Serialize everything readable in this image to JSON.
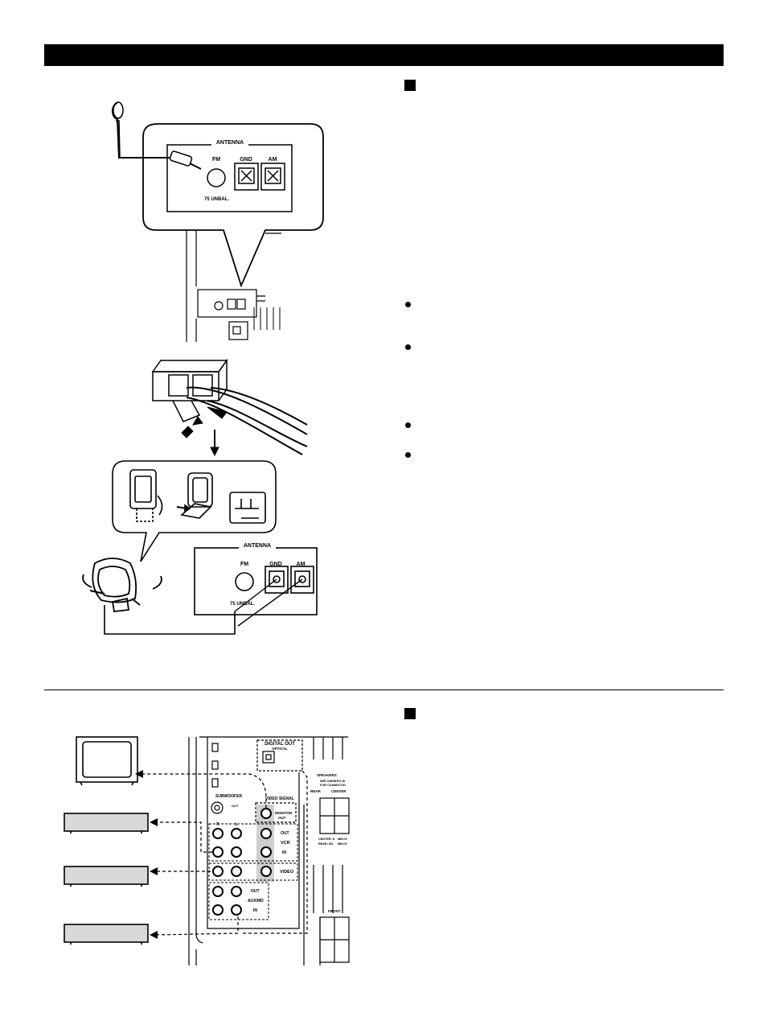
{
  "panel": {
    "antenna": "ANTENNA",
    "fm": "FM",
    "gnd": "GND",
    "am": "AM",
    "unbal": "75   UNBAL.",
    "unbal2": "75   UNBAL."
  },
  "rear": {
    "digital_out": "DIGITAL OUT",
    "optical": "OPTICAL",
    "subwoofer": "SUBWOOFER",
    "out": "OUT",
    "video_signal": "VIDEO SIGNAL",
    "monitor": "MONITOR",
    "monitor_out": "OUT",
    "r": "R",
    "l": "L",
    "vcr_out": "OUT",
    "vcr": "VCR",
    "vcr_in": "IN",
    "video": "VIDEO",
    "aux_out": "OUT",
    "aux": "AUX/MD",
    "aux_in": "IN",
    "speakers": "SPEAKERS",
    "speakers_note1": "SEE OWNER'S M",
    "speakers_note2": "FOR CONNECTIO",
    "rear_lbl": "REAR",
    "center": "CENTER",
    "front": "FRONT",
    "center_r": "CENTER: 8",
    "rear_r": "REAR: 8Ω",
    "min": "MIN./S",
    "min2": "MIN./S"
  }
}
